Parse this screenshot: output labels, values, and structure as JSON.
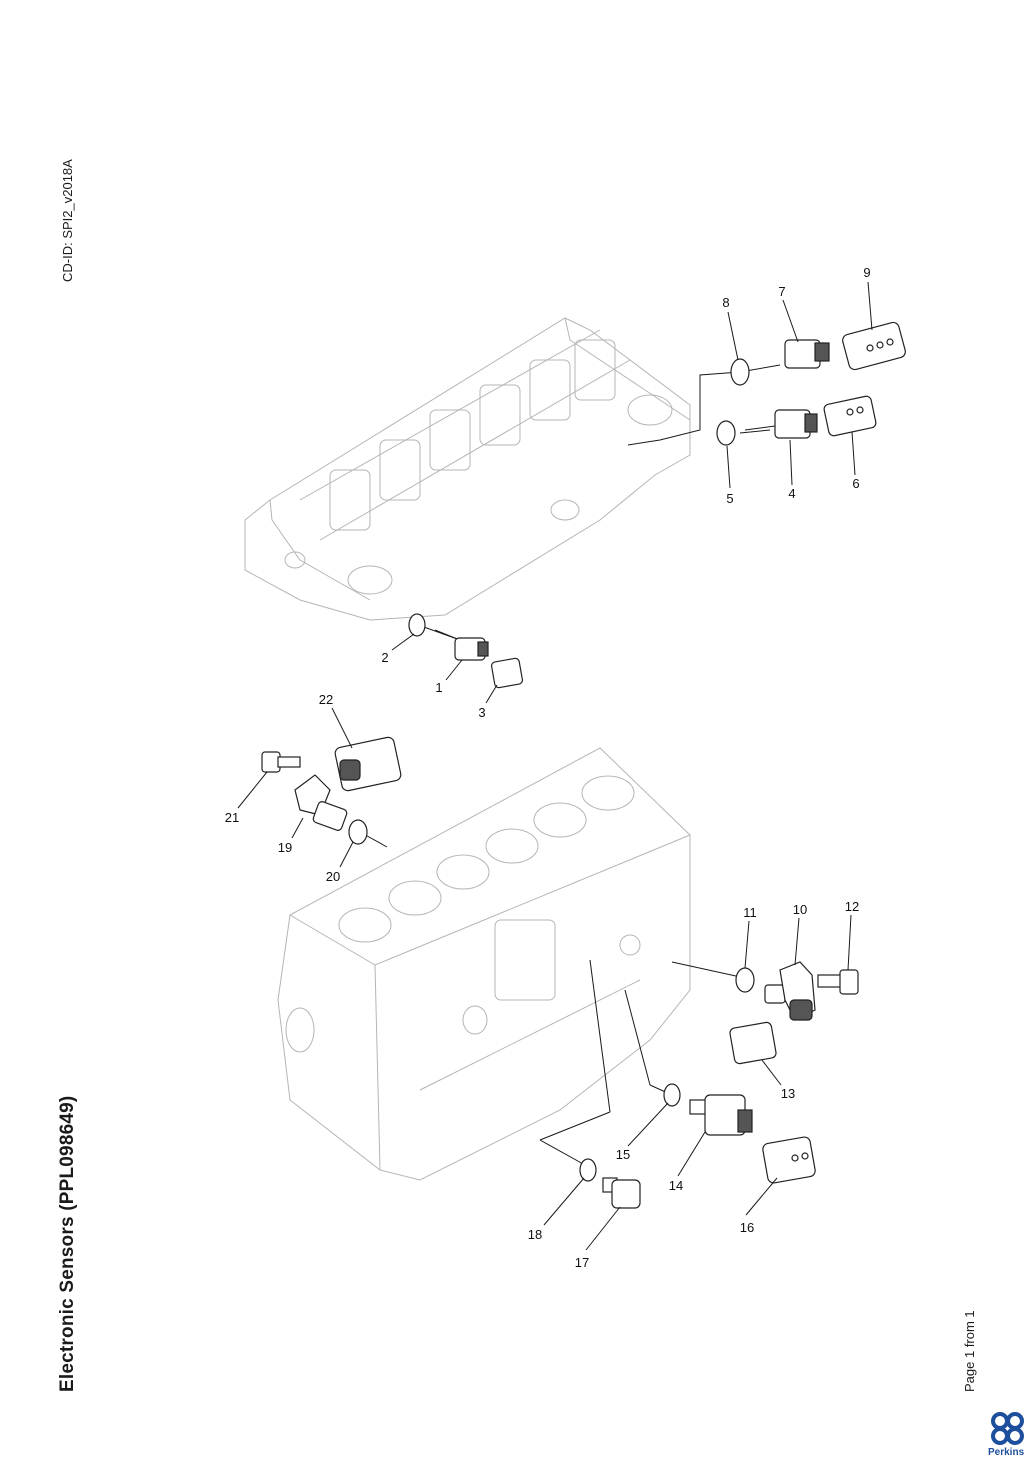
{
  "document": {
    "cd_id": "CD-ID: SPI2_v2018A",
    "title": "Electronic Sensors (PPL098649)",
    "page_indicator": "Page 1 from 1",
    "brand": "Perkins"
  },
  "callouts": [
    "1",
    "2",
    "3",
    "4",
    "5",
    "6",
    "7",
    "8",
    "9",
    "10",
    "11",
    "12",
    "13",
    "14",
    "15",
    "16",
    "17",
    "18",
    "19",
    "20",
    "21",
    "22"
  ],
  "colors": {
    "brand_blue": "#1d4f9c",
    "line": "#1a1a1a",
    "engine_outline": "#b5b5b5"
  }
}
